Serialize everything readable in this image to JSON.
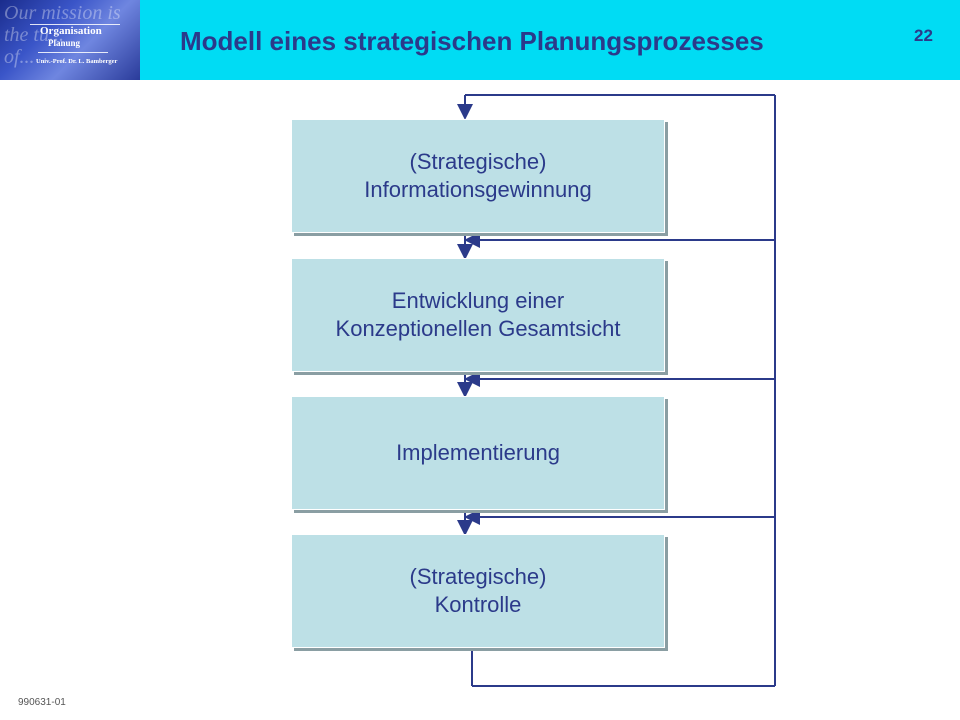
{
  "header": {
    "title": "Modell eines strategischen Planungsprozesses",
    "page_number": "22",
    "logo": {
      "line1": "Organisation",
      "line2": "Planung",
      "line3": "Univ.-Prof. Dr. L. Bamberger",
      "background_text": "Our mission is\nthe tu...\nof..."
    }
  },
  "diagram": {
    "steps": [
      {
        "label": "(Strategische)\nInformationsgewinnung"
      },
      {
        "label": "Entwicklung einer\nKonzeptionellen Gesamtsicht"
      },
      {
        "label": "Implementierung"
      },
      {
        "label": "(Strategische)\nKontrolle"
      }
    ]
  },
  "footer": {
    "code": "990631-01"
  },
  "colors": {
    "header_bg": "#00dcf4",
    "title": "#2b3a8a",
    "box_fill": "#bde0e6",
    "line": "#2b3a8a"
  }
}
